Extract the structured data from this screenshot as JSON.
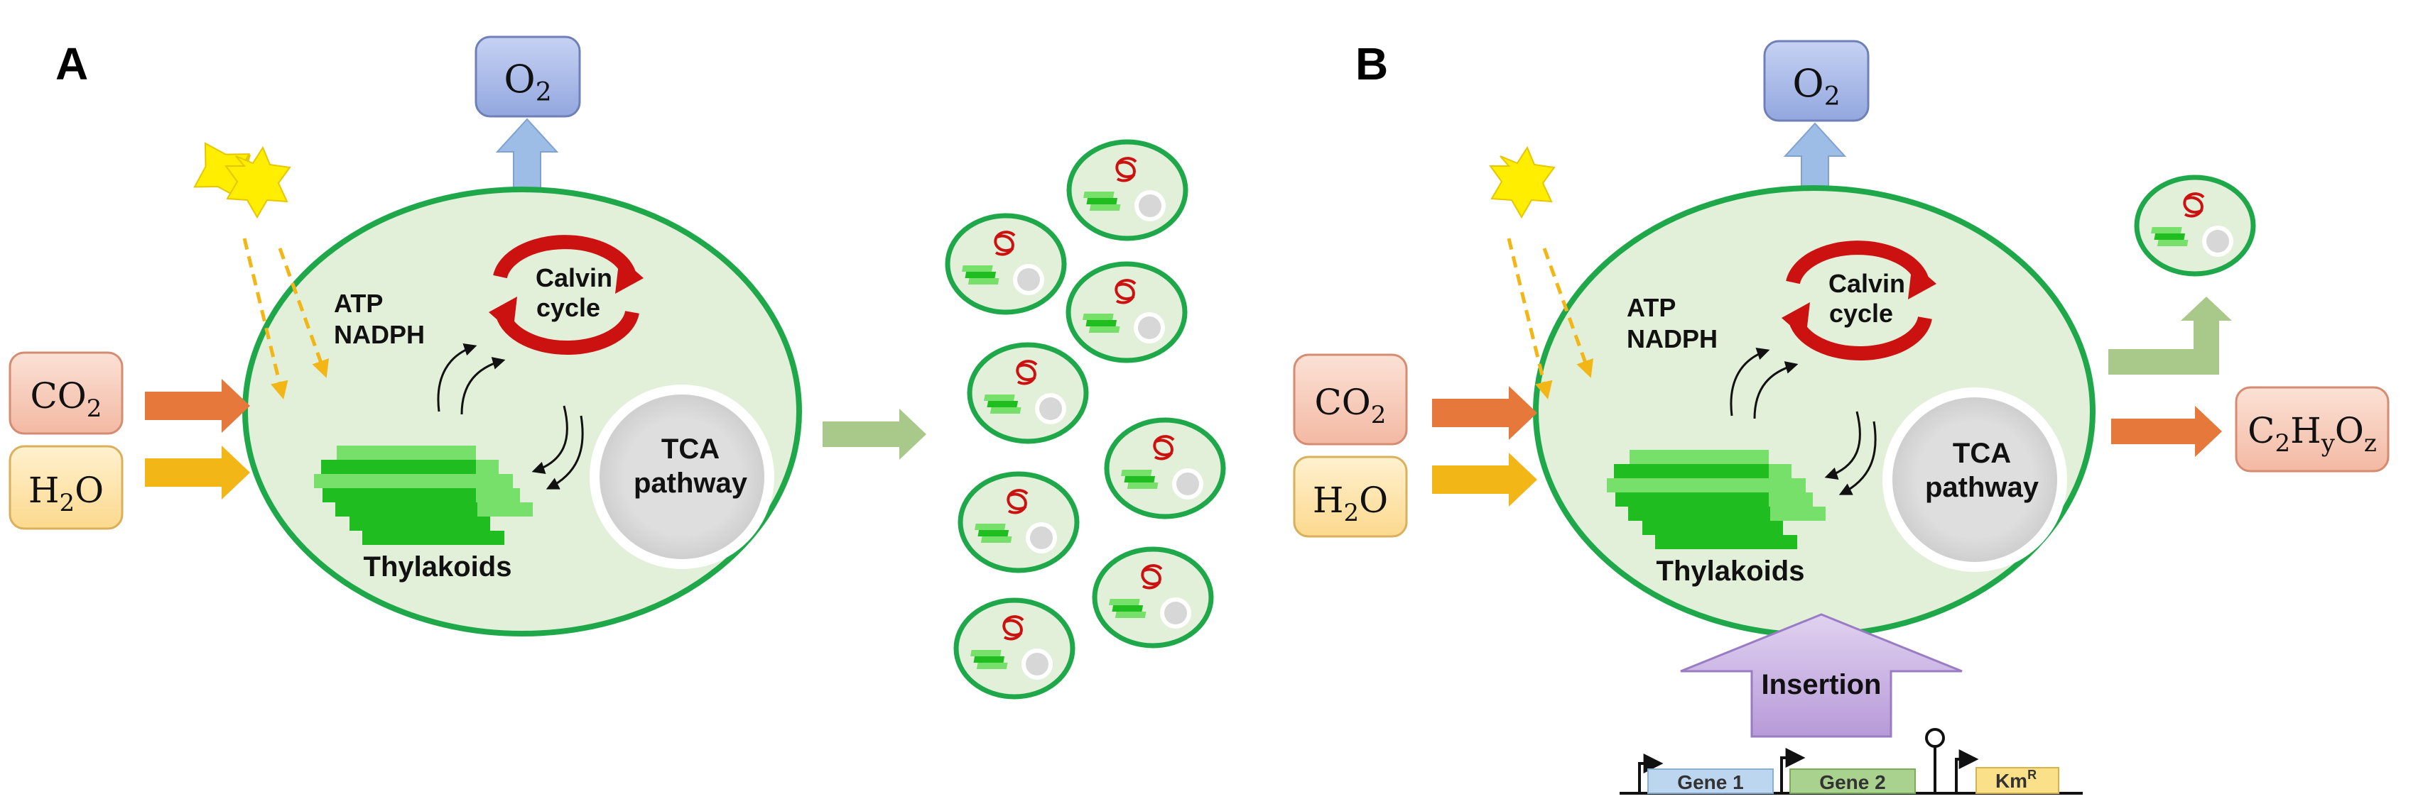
{
  "panels": [
    {
      "letter": "A",
      "o2": {
        "main": "O",
        "sub": "2"
      },
      "co2": {
        "main": "CO",
        "sub": "2"
      },
      "h2o": {
        "main": "H",
        "sub": "2",
        "tail": "O"
      },
      "atp": "ATP",
      "nadph": "NADPH",
      "calvin_line1": "Calvin",
      "calvin_line2": "cycle",
      "tca_line1": "TCA",
      "tca_line2": "pathway",
      "thylakoids": "Thylakoids"
    },
    {
      "letter": "B",
      "o2": {
        "main": "O",
        "sub": "2"
      },
      "co2": {
        "main": "CO",
        "sub": "2"
      },
      "h2o": {
        "main": "H",
        "sub": "2",
        "tail": "O"
      },
      "atp": "ATP",
      "nadph": "NADPH",
      "calvin_line1": "Calvin",
      "calvin_line2": "cycle",
      "tca_line1": "TCA",
      "tca_line2": "pathway",
      "thylakoids": "Thylakoids",
      "product": {
        "c": "C",
        "sub2": "2",
        "h": "H",
        "suby": "y",
        "o": "O",
        "subz": "z"
      },
      "insertion": "Insertion",
      "genes": {
        "gene1": "Gene 1",
        "gene2": "Gene 2",
        "km_main": "Km",
        "km_sup": "R"
      }
    }
  ],
  "colors": {
    "cell_fill": "#e2efd9",
    "cell_stroke": "#1fa84a",
    "o2_box": "#aab9e6",
    "co2_box": "#f6cfc0",
    "h2o_box": "#fde6b4",
    "co2_arrow": "#e5783a",
    "h2o_arrow": "#f2b716",
    "sun": "#ffee00",
    "calvin": "#cc1111",
    "thylakoid_dark": "#1fbd1f",
    "thylakoid_light": "#76e06a",
    "insertion": "#c9b3e3",
    "gene1": "#bcd6f0",
    "gene2": "#a9d28f",
    "km": "#fbe08a"
  }
}
